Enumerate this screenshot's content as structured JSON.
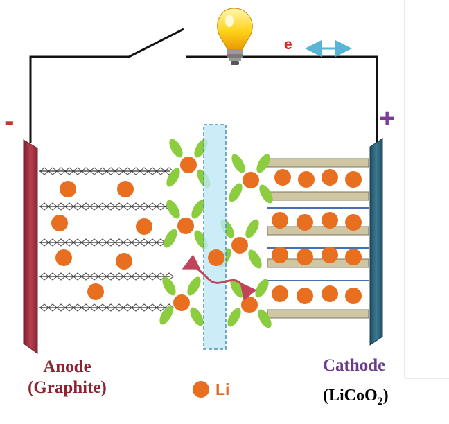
{
  "anode": {
    "label": "Anode",
    "material": "(Graphite)",
    "terminal": "-"
  },
  "cathode": {
    "label": "Cathode",
    "formula_main": "(LiCoO",
    "formula_sub": "2",
    "formula_end": ")",
    "terminal": "+"
  },
  "circuit": {
    "electron_label": "e"
  },
  "legend": {
    "li_label": "Li"
  },
  "colors": {
    "anode_plate": "#9e2f3e",
    "cathode_plate": "#2b5e73",
    "lithium": "#e86f1f",
    "separator": "#bfe9f6",
    "electrolyte": "#8ccc3f",
    "cathode_layer": "#cfc6a4",
    "wire": "#111111"
  }
}
